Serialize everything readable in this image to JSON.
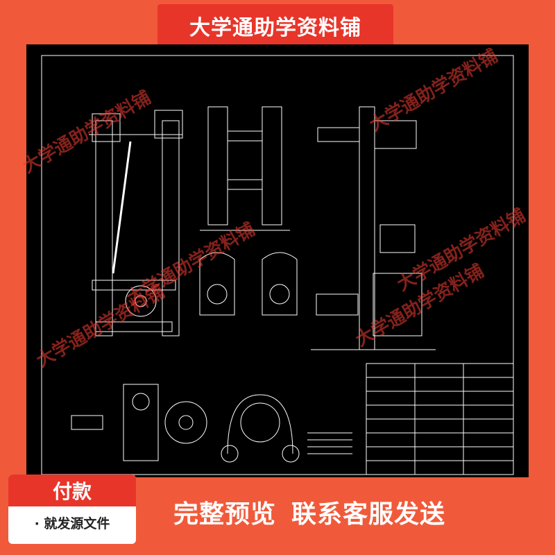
{
  "header": {
    "title": "大学通助学资料铺"
  },
  "watermark": {
    "text": "大学通助学资料铺"
  },
  "pay_box": {
    "title": "付款",
    "subtitle": "· 就发源文件"
  },
  "slogan": {
    "part1": "完整预览",
    "part2": "联系客服发送"
  },
  "colors": {
    "background": "#f05a3a",
    "banner": "#e8352a",
    "drawing_bg": "#000000",
    "line": "#ffffff"
  }
}
